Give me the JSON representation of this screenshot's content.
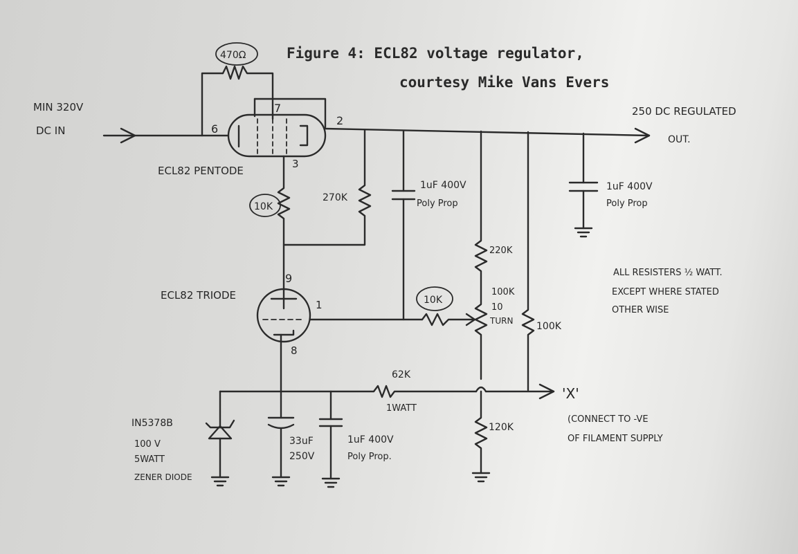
{
  "title": {
    "line1": "Figure 4: ECL82 voltage regulator,",
    "line2": "courtesy Mike Vans Evers"
  },
  "input": {
    "line1": "MIN 320V",
    "line2": "DC IN"
  },
  "output": {
    "line1": "250 DC REGULATED",
    "line2": "OUT."
  },
  "pentode": {
    "label": "ECL82 PENTODE",
    "pin_cathode": "6",
    "pin_screen": "7",
    "pin_anode": "2",
    "pin_control": "3"
  },
  "triode": {
    "label": "ECL82 TRIODE",
    "pin_anode": "9",
    "pin_grid": "1",
    "pin_cathode": "8"
  },
  "components": {
    "r_top": "470Ω",
    "r_pentode": "10K",
    "r_270k": "270K",
    "c_1uf_a_l1": "1uF 400V",
    "c_1uf_a_l2": "Poly Prop",
    "r_220k": "220K",
    "pot_l1": "100K",
    "pot_l2": "10",
    "pot_l3": "TURN",
    "r_grid": "10K",
    "r_100k": "100K",
    "c_out_l1": "1uF 400V",
    "c_out_l2": "Poly Prop",
    "r_62k_l1": "62K",
    "r_62k_l2": "1WATT",
    "r_120k": "120K",
    "c_33_l1": "33uF",
    "c_33_l2": "250V",
    "c_1uf_b_l1": "1uF 400V",
    "c_1uf_b_l2": "Poly Prop.",
    "zener_l1": "IN5378B",
    "zener_l2": "100 V",
    "zener_l3": "5WATT",
    "zener_l4": "ZENER DIODE"
  },
  "note": {
    "line1": "ALL RESISTERS ½ WATT.",
    "line2": "EXCEPT WHERE STATED",
    "line3": "OTHER WISE"
  },
  "x_terminal": {
    "label": "'X'",
    "line1": "(CONNECT TO -VE",
    "line2": "OF FILAMENT SUPPLY"
  }
}
